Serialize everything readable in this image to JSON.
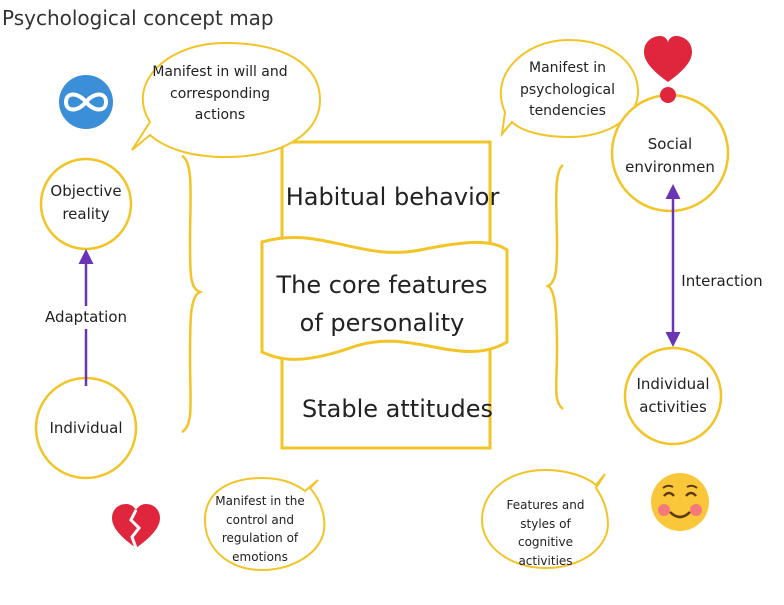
{
  "title": "Psychological concept map",
  "center": {
    "habitual": "Habitual behavior",
    "core_line1": "The core features",
    "core_line2": "of personality",
    "stable": "Stable attitudes"
  },
  "bubbles": {
    "will_line1": "Manifest in will and",
    "will_line2": "corresponding",
    "will_line3": "actions",
    "tendency_line1": "Manifest in",
    "tendency_line2": "psychological",
    "tendency_line3": "tendencies",
    "emotion_line1": "Manifest in the",
    "emotion_line2": "control and",
    "emotion_line3": "regulation of",
    "emotion_line4": "emotions",
    "cognitive_line1": "Features and",
    "cognitive_line2": "styles of",
    "cognitive_line3": "cognitive",
    "cognitive_line4": "activities"
  },
  "nodes": {
    "objective_line1": "Objective",
    "objective_line2": "reality",
    "individual": "Individual",
    "social_line1": "Social",
    "social_line2": "environmen",
    "activities_line1": "Individual",
    "activities_line2": "activities"
  },
  "edges": {
    "adaptation": "Adaptation",
    "interaction": "Interaction"
  },
  "icons": [
    "infinity-icon",
    "heart-exclamation-icon",
    "broken-heart-icon",
    "smiling-face-icon"
  ],
  "colors": {
    "outline": "#f2c428",
    "arrow": "#6a35b5",
    "infinity_bg": "#3a8fd8",
    "heart": "#e0263c",
    "face": "#fbc73a",
    "blush": "#f46a8a"
  }
}
